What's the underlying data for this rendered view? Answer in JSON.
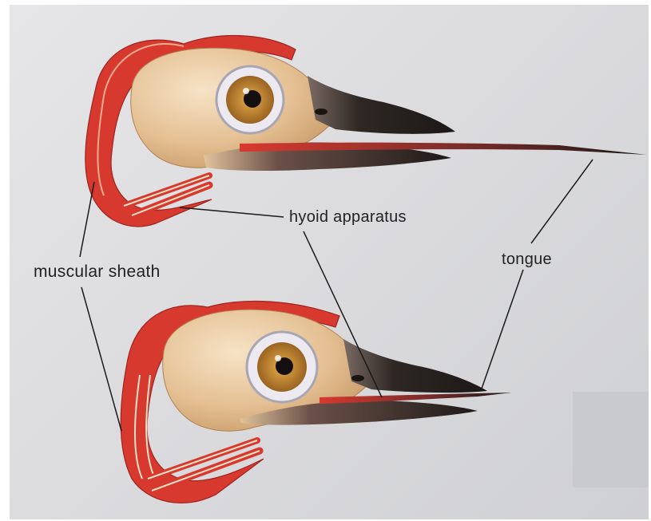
{
  "labels": {
    "muscular_sheath": "muscular sheath",
    "hyoid_apparatus": "hyoid apparatus",
    "tongue": "tongue"
  },
  "colors": {
    "muscle_red": "#d8392e",
    "skull_beige": "#e7c49a",
    "beak_dark": "#2b2523",
    "eye_iris": "#c58a2e",
    "background": "#dcdcdf"
  },
  "icons": [
    "woodpecker-head-retracted-illustration",
    "woodpecker-head-extended-illustration"
  ]
}
